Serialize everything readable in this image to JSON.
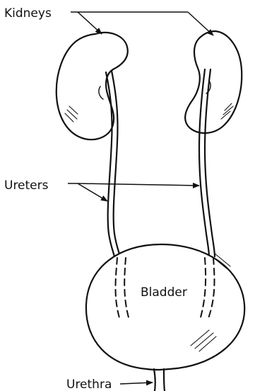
{
  "labels": {
    "kidneys": "Kidneys",
    "ureters": "Ureters",
    "bladder": "Bladder",
    "urethra": "Urethra"
  },
  "colors": {
    "ink": "#111111",
    "background": "#ffffff"
  }
}
